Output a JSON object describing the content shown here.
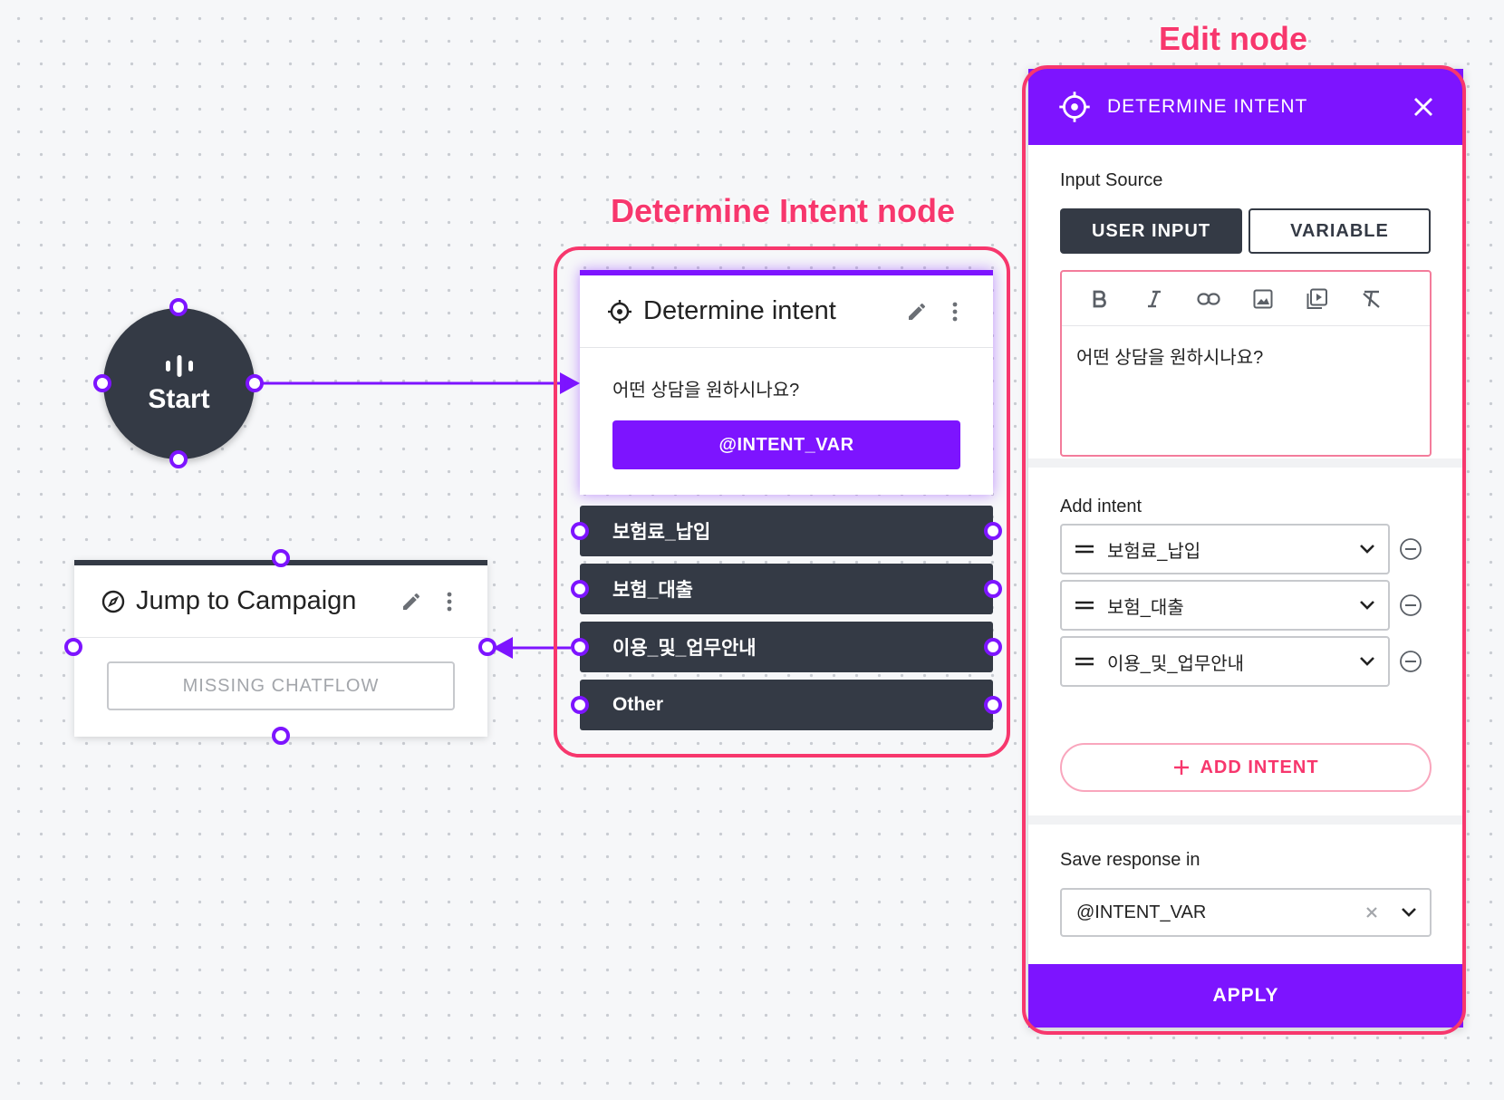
{
  "annotations": {
    "edit_node": "Edit node",
    "determine_intent_node": "Determine Intent node"
  },
  "colors": {
    "accent": "#7d14ff",
    "dark_node": "#343a45",
    "callout": "#f7376d"
  },
  "start_node": {
    "label": "Start",
    "icon": "audio-bars-icon"
  },
  "jump_node": {
    "title": "Jump to Campaign",
    "icon": "compass-icon",
    "missing_label": "MISSING CHATFLOW"
  },
  "intent_node": {
    "title": "Determine intent",
    "icon": "crosshair-icon",
    "question": "어떤 상담을 원하시나요?",
    "variable_button": "@INTENT_VAR",
    "branches": [
      "보험료_납입",
      "보험_대출",
      "이용_및_업무안내",
      "Other"
    ]
  },
  "edit_panel": {
    "title": "DETERMINE INTENT",
    "input_source_label": "Input Source",
    "input_source_options": [
      "USER INPUT",
      "VARIABLE"
    ],
    "input_source_selected": "USER INPUT",
    "editor_toolbar": [
      "bold-icon",
      "italic-icon",
      "link-icon",
      "image-icon",
      "video-icon",
      "clear-format-icon"
    ],
    "editor_text": "어떤 상담을 원하시나요?",
    "add_intent_label": "Add intent",
    "intents": [
      "보험료_납입",
      "보험_대출",
      "이용_및_업무안내"
    ],
    "add_intent_button": "ADD INTENT",
    "save_response_label": "Save response in",
    "save_response_value": "@INTENT_VAR",
    "apply_button": "APPLY"
  }
}
